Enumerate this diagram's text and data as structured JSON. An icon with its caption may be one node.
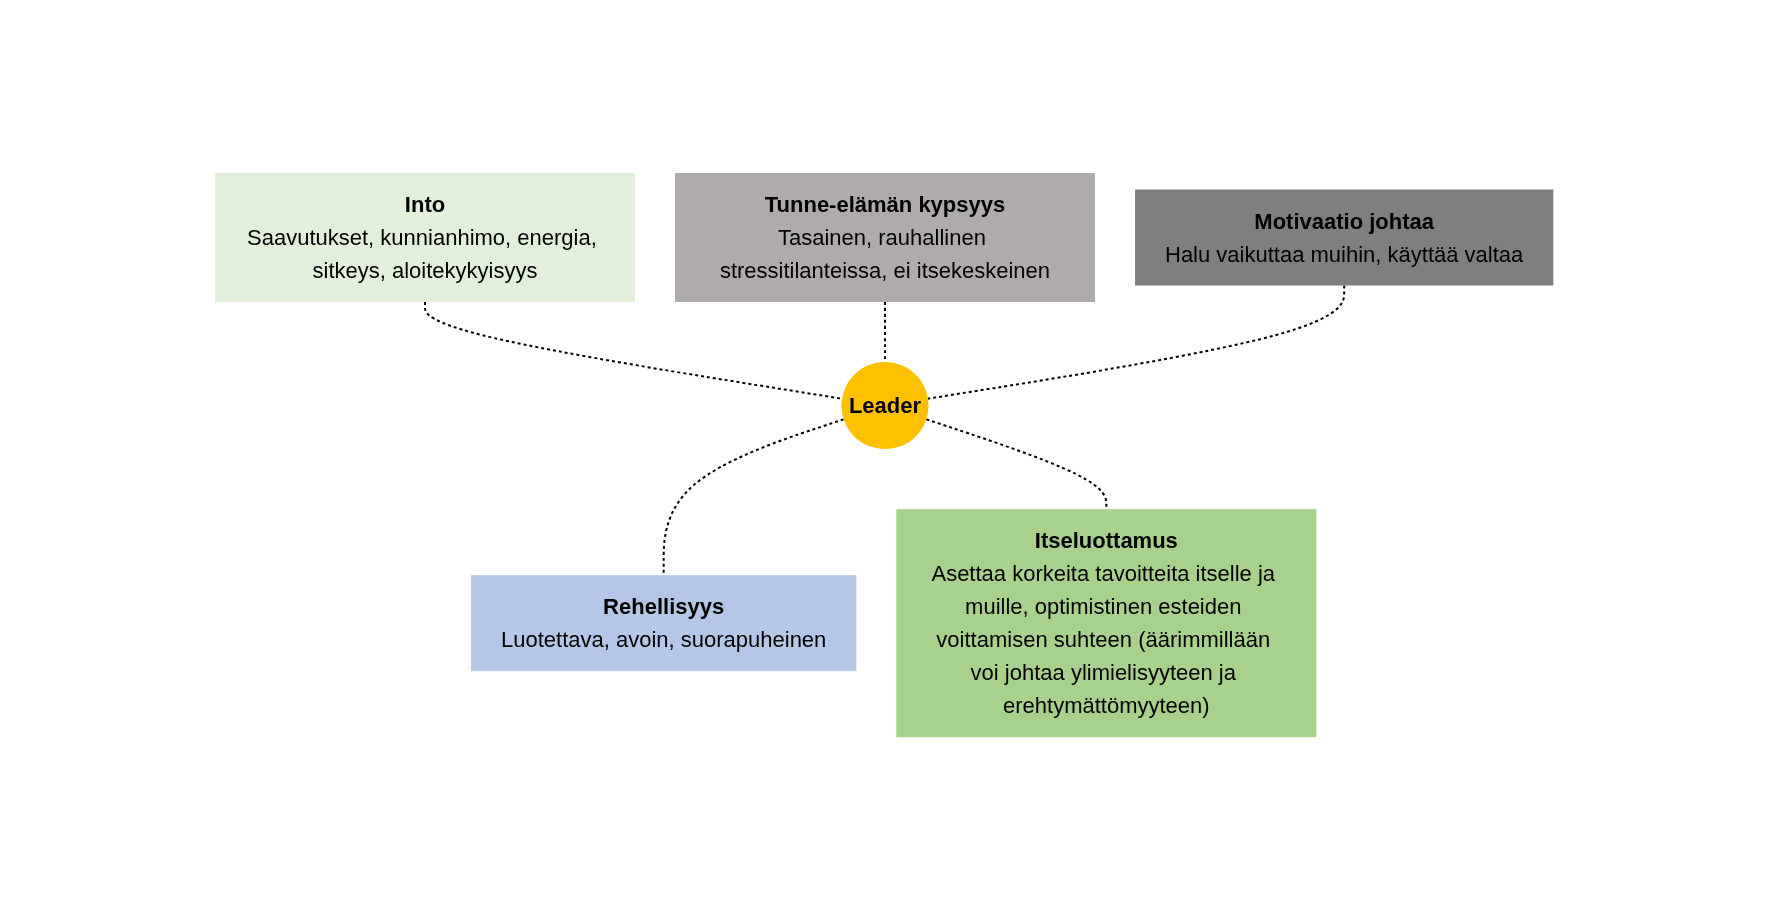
{
  "diagram": {
    "nodes": [
      {
        "text": [
          "Into",
          "Saavutukset, kunnianhimo, energia, sitkeys, aloitekykyisyys"
        ]
      },
      {
        "text": [
          "Tunne-elämän kypsyys",
          "Tasainen, rauhallinen stressitilanteissa, ei itsekeskeinen"
        ]
      },
      {
        "text": [
          "Motivaatio johtaa",
          "Halu vaikuttaa muihin, käyttää valtaa"
        ]
      },
      {
        "text": [
          "Leader"
        ]
      },
      {
        "text": [
          "Rehellisyys",
          "Luotettava, avoin, suorapuheinen"
        ]
      },
      {
        "text": [
          "Itseluottamus",
          "Asettaa korkeita tavoitteita itselle ja muille, optimistinen esteiden voittamisen suhteen (äärimmillään voi johtaa ylimielisyyteen ja erehtymättömyyteen)"
        ]
      }
    ],
    "edges": [
      {
        "from": 0,
        "to": 3,
        "arrow": "none",
        "style": "dashed"
      },
      {
        "from": 1,
        "to": 3,
        "arrow": "none",
        "style": "dashed"
      },
      {
        "from": 2,
        "to": 3,
        "arrow": "none",
        "style": "dashed"
      },
      {
        "from": 3,
        "to": 4,
        "arrow": "none",
        "style": "dashed"
      },
      {
        "from": 3,
        "to": 5,
        "arrow": "none",
        "style": "dashed"
      }
    ]
  }
}
